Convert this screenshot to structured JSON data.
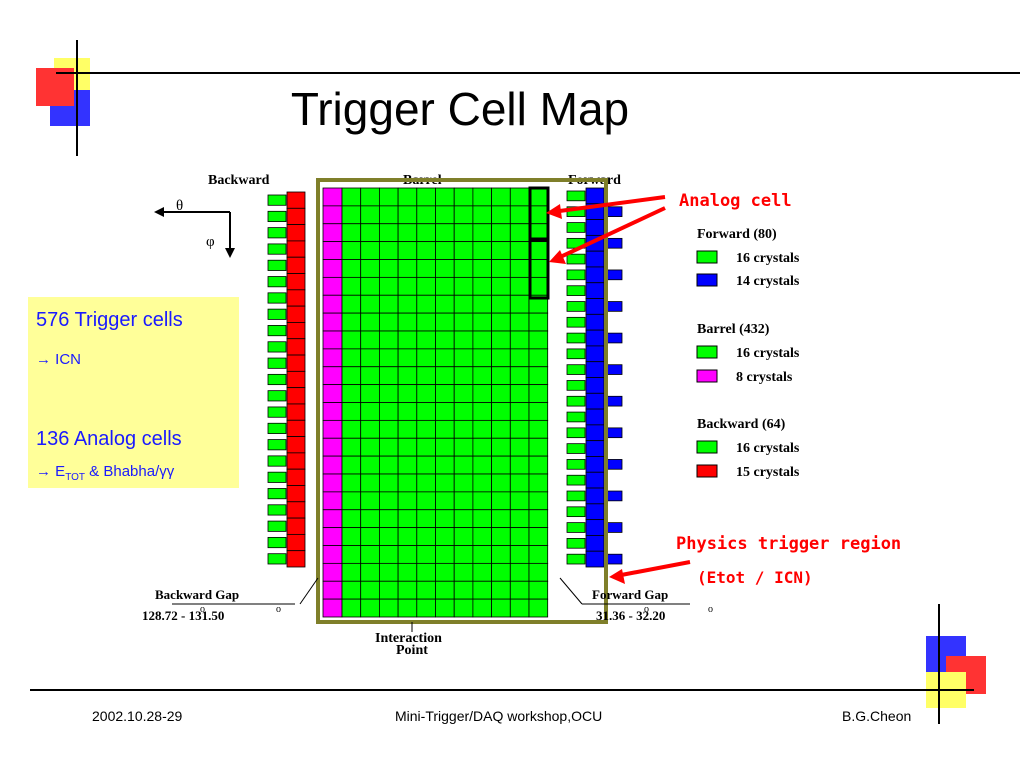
{
  "title": "Trigger Cell Map",
  "notes": {
    "trigger_cells": "576 Trigger cells",
    "arrow_symbol": "→",
    "trigger_dest": "ICN",
    "analog_cells": "136 Analog cells",
    "analog_dest_e": "E",
    "analog_dest_sub": "TOT",
    "analog_dest_rest": " & Bhabha/γγ"
  },
  "diagram": {
    "section_backward": "Backward",
    "section_barrel": "Barrel",
    "section_forward": "Forward",
    "axis_theta": "θ",
    "axis_phi": "φ",
    "backward_gap_label": "Backward Gap",
    "backward_gap_angles": "128.72 - 131.50",
    "forward_gap_label": "Forward Gap",
    "forward_gap_angles": "31.36 - 32.20",
    "degree_symbol": "o",
    "interaction_line1": "Interaction",
    "interaction_line2": "Point"
  },
  "legend": {
    "forward_title": "Forward (80)",
    "forward_items": [
      "16 crystals",
      "14 crystals"
    ],
    "barrel_title": "Barrel (432)",
    "barrel_items": [
      "16 crystals",
      "8 crystals"
    ],
    "backward_title": "Backward (64)",
    "backward_items": [
      "16 crystals",
      "15 crystals"
    ]
  },
  "annotations": {
    "analog_cell": "Analog cell",
    "physics_region": "Physics trigger region",
    "physics_region_sub": "(Etot / ICN)"
  },
  "footer": {
    "date": "2002.10.28-29",
    "event": "Mini-Trigger/DAQ workshop,OCU",
    "author": "B.G.Cheon"
  },
  "colors": {
    "green": "#00ff00",
    "blue": "#0000ff",
    "red": "#ff0000",
    "magenta": "#ff00ff",
    "region_border": "#7f7f2a",
    "note_bg": "#ffff99"
  },
  "icons": [
    "slide-corner-deco-top",
    "slide-corner-deco-bottom",
    "axis-arrow-icon"
  ]
}
